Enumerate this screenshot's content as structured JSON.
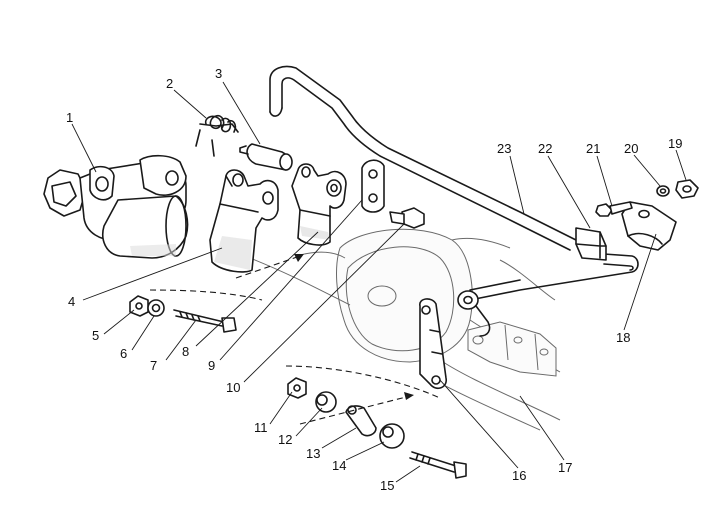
{
  "diagram": {
    "type": "exploded-parts-diagram",
    "callouts": [
      "1",
      "2",
      "3",
      "4",
      "5",
      "6",
      "7",
      "8",
      "9",
      "10",
      "11",
      "12",
      "13",
      "14",
      "15",
      "16",
      "17",
      "18",
      "19",
      "20",
      "21",
      "22",
      "23"
    ]
  }
}
